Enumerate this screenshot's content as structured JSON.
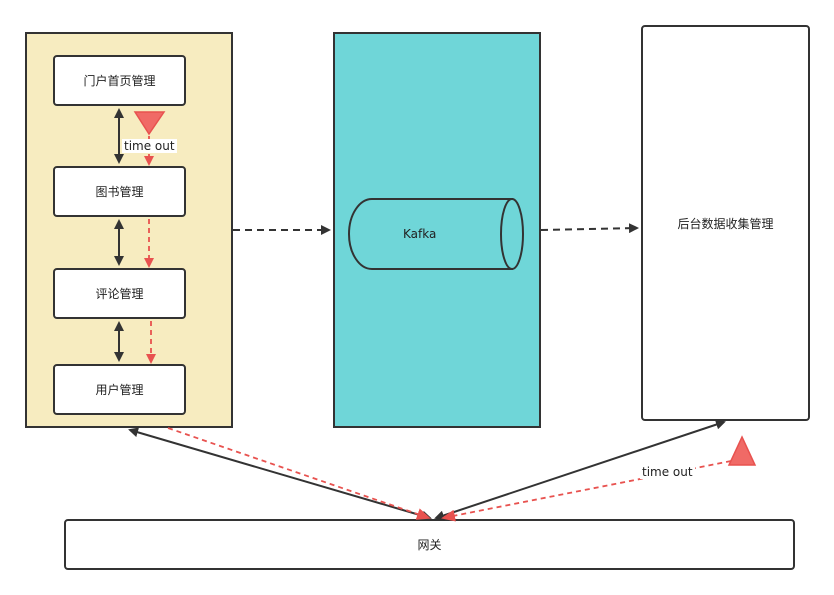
{
  "diagram": {
    "services": [
      {
        "id": "portal",
        "label": "门户首页管理"
      },
      {
        "id": "books",
        "label": "图书管理"
      },
      {
        "id": "comments",
        "label": "评论管理"
      },
      {
        "id": "users",
        "label": "用户管理"
      }
    ],
    "kafka": {
      "label": "Kafka"
    },
    "collector": {
      "label": "后台数据收集管理"
    },
    "gateway": {
      "label": "网关"
    },
    "annotations": {
      "timeout_top": "time out",
      "timeout_bottom": "time out"
    },
    "colors": {
      "services_group_bg": "#f7ecc0",
      "kafka_group_bg": "#6fd6d8",
      "timeout_color": "#e8524f",
      "stroke": "#333333"
    }
  }
}
